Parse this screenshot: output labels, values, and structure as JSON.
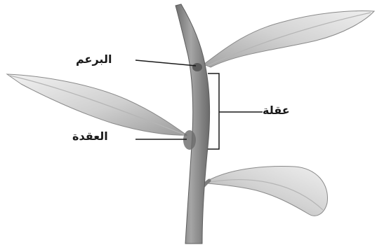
{
  "labels": {
    "bud": "البرعم",
    "internode": "عقلة",
    "node": "العقدة"
  },
  "colors": {
    "stem": "#8e8e8e",
    "leaf": "#d9d9d9",
    "leaf_shadow": "#a9a9a9",
    "line": "#1a1a1a"
  }
}
